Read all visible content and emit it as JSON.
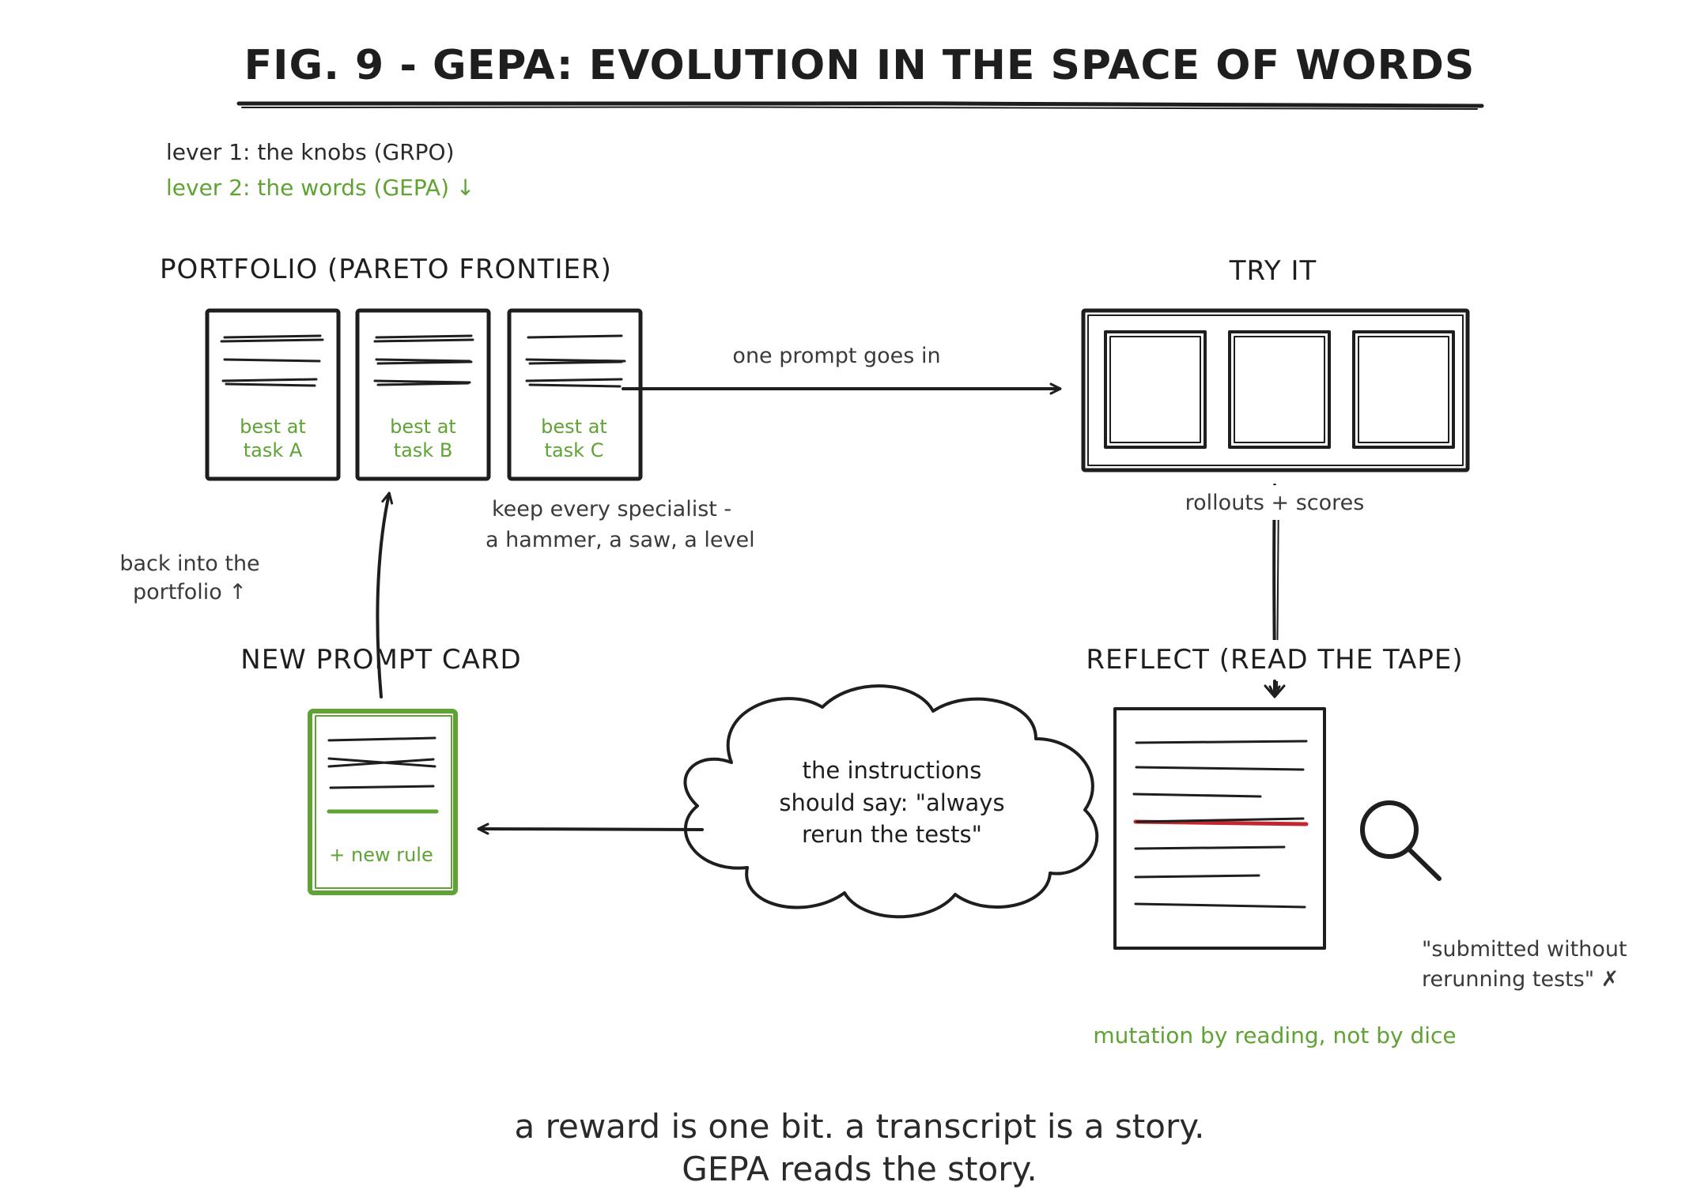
{
  "title": "FIG. 9 - GEPA: EVOLUTION IN THE SPACE OF WORDS",
  "levers": {
    "lever1": "lever 1: the knobs (GRPO)",
    "lever2": "lever 2: the words (GEPA) ↓"
  },
  "portfolio": {
    "heading": "PORTFOLIO (PARETO FRONTIER)",
    "cards": [
      {
        "line1": "best at",
        "line2": "task A"
      },
      {
        "line1": "best at",
        "line2": "task B"
      },
      {
        "line1": "best at",
        "line2": "task C"
      }
    ],
    "note_line1": "keep every specialist -",
    "note_line2": "a hammer, a saw, a level"
  },
  "try": {
    "heading": "TRY IT",
    "arrow_label": "one prompt goes in",
    "scores_label": "rollouts + scores"
  },
  "reflect": {
    "heading": "REFLECT (READ THE TAPE)",
    "quote_line1": "\"submitted without",
    "quote_line2": "rerunning tests\" ✗",
    "mutation_note": "mutation by reading, not by dice"
  },
  "cloud": {
    "line1": "the instructions",
    "line2": "should say: \"always",
    "line3": "rerun the tests\""
  },
  "new_card": {
    "heading": "NEW PROMPT CARD",
    "rule": "+ new rule",
    "back_line1": "back into the",
    "back_line2": "portfolio ↑"
  },
  "footer": {
    "line1": "a reward is one bit. a transcript is a story.",
    "line2": "GEPA reads the story."
  },
  "colors": {
    "ink": "#1e1e1e",
    "accent_green": "#5fa334",
    "highlight_red": "#c0282d"
  }
}
